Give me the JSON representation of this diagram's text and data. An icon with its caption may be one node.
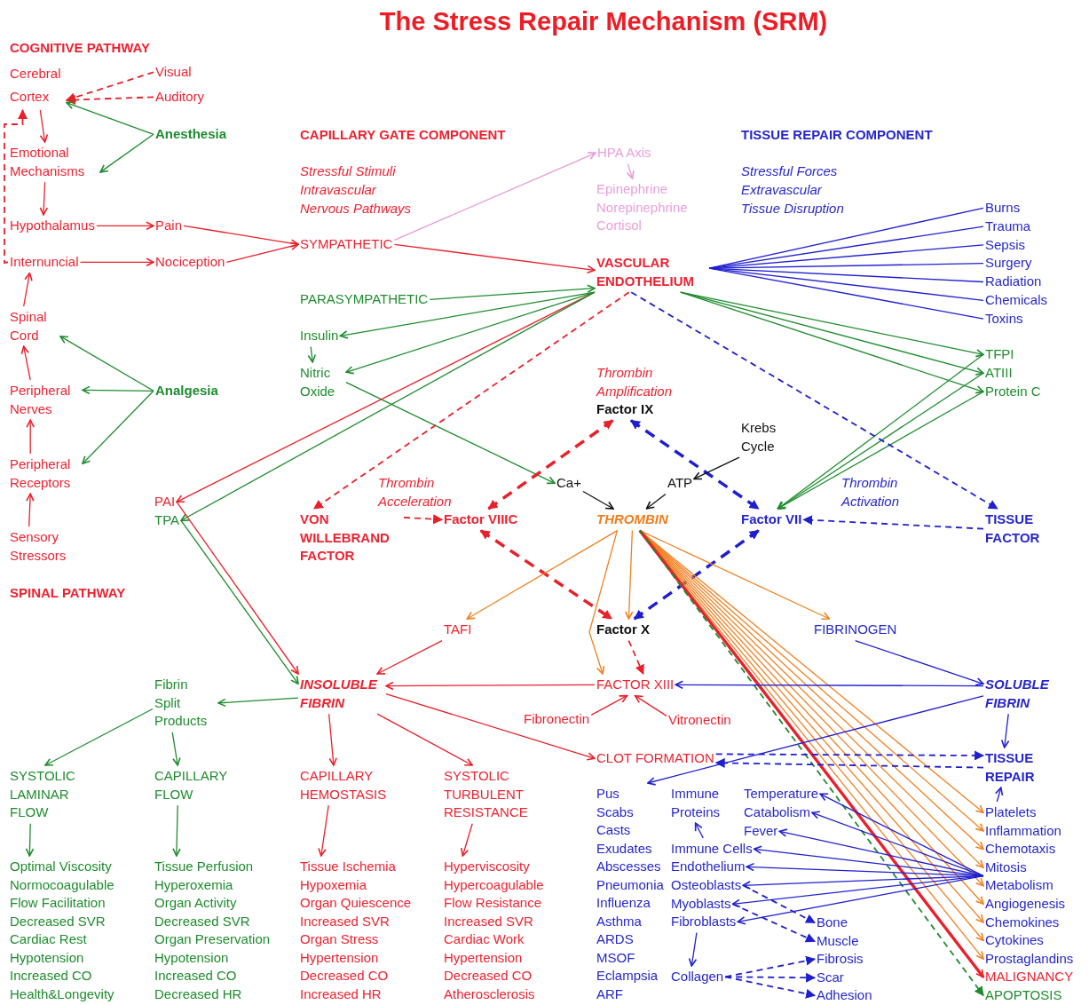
{
  "diagram": {
    "title": "The Stress Repair Mechanism (SRM)",
    "nodes": [
      {
        "text": [
          "Cerebral Cortex"
        ]
      },
      {
        "text": [
          "Visual"
        ]
      },
      {
        "text": [
          "Auditory"
        ]
      },
      {
        "text": [
          "Anesthesia"
        ]
      },
      {
        "text": [
          "Emotional Mechanisms"
        ]
      },
      {
        "text": [
          "Hypothalamus"
        ]
      },
      {
        "text": [
          "Pain"
        ]
      },
      {
        "text": [
          "Internuncial"
        ]
      },
      {
        "text": [
          "Nociception"
        ]
      },
      {
        "text": [
          "Spinal Cord"
        ]
      },
      {
        "text": [
          "Analgesia"
        ]
      },
      {
        "text": [
          "Peripheral Nerves"
        ]
      },
      {
        "text": [
          "Peripheral Receptors"
        ]
      },
      {
        "text": [
          "Sensory Stressors"
        ]
      },
      {
        "text": [
          "SYMPATHETIC"
        ]
      },
      {
        "text": [
          "HPA Axis"
        ]
      },
      {
        "text": [
          "Epinephrine",
          "Norepinephrine",
          "Cortisol"
        ]
      },
      {
        "text": [
          "PARASYMPATHETIC"
        ]
      },
      {
        "text": [
          "VASCULAR ENDOTHELIUM"
        ]
      },
      {
        "text": [
          "Burns"
        ]
      },
      {
        "text": [
          "Trauma"
        ]
      },
      {
        "text": [
          "Sepsis"
        ]
      },
      {
        "text": [
          "Surgery"
        ]
      },
      {
        "text": [
          "Radiation"
        ]
      },
      {
        "text": [
          "Chemicals"
        ]
      },
      {
        "text": [
          "Toxins"
        ]
      },
      {
        "text": [
          "Insulin"
        ]
      },
      {
        "text": [
          "Nitric Oxide"
        ]
      },
      {
        "text": [
          "TFPI"
        ]
      },
      {
        "text": [
          "ATIII"
        ]
      },
      {
        "text": [
          "Protein C"
        ]
      },
      {
        "text": [
          "Factor IX"
        ]
      },
      {
        "text": [
          "Krebs Cycle"
        ]
      },
      {
        "text": [
          "Ca+"
        ]
      },
      {
        "text": [
          "ATP"
        ]
      },
      {
        "text": [
          "VON WILLEBRAND FACTOR"
        ]
      },
      {
        "text": [
          "Factor VIIIC"
        ]
      },
      {
        "text": [
          "THROMBIN"
        ]
      },
      {
        "text": [
          "Factor VII"
        ]
      },
      {
        "text": [
          "TISSUE FACTOR"
        ]
      },
      {
        "text": [
          "PAI"
        ]
      },
      {
        "text": [
          "TPA"
        ]
      },
      {
        "text": [
          "TAFI"
        ]
      },
      {
        "text": [
          "Factor X"
        ]
      },
      {
        "text": [
          "FIBRINOGEN"
        ]
      },
      {
        "text": [
          "Fibrin Split Products"
        ]
      },
      {
        "text": [
          "INSOLUBLE FIBRIN"
        ]
      },
      {
        "text": [
          "FACTOR XIII"
        ]
      },
      {
        "text": [
          "SOLUBLE FIBRIN"
        ]
      },
      {
        "text": [
          "Fibronectin"
        ]
      },
      {
        "text": [
          "Vitronectin"
        ]
      },
      {
        "text": [
          "CLOT FORMATION"
        ]
      },
      {
        "text": [
          "TISSUE REPAIR"
        ]
      },
      {
        "text": [
          "SYSTOLIC LAMINAR FLOW"
        ]
      },
      {
        "text": [
          "CAPILLARY FLOW"
        ]
      },
      {
        "text": [
          "CAPILLARY HEMOSTASIS"
        ]
      },
      {
        "text": [
          "SYSTOLIC TURBULENT RESISTANCE"
        ]
      },
      {
        "text": [
          "Optimal Viscosity",
          "Normocoagulable",
          "Flow Facilitation",
          "Decreased SVR",
          "Cardiac Rest",
          "Hypotension",
          "Increased CO",
          "Health&Longevity"
        ]
      },
      {
        "text": [
          "Tissue Perfusion",
          "Hyperoxemia",
          "Organ Activity",
          "Decreased SVR",
          "Organ Preservation",
          "Hypotension",
          "Increased CO",
          "Decreased HR"
        ]
      },
      {
        "text": [
          "Tissue Ischemia",
          "Hypoxemia",
          "Organ Quiescence",
          "Increased SVR",
          "Organ Stress",
          "Hypertension",
          "Decreased CO",
          "Increased HR"
        ]
      },
      {
        "text": [
          "Hyperviscosity",
          "Hypercoagulable",
          "Flow Resistance",
          "Increased SVR",
          "Cardiac Work",
          "Hypertension",
          "Decreased CO",
          "Atherosclerosis"
        ]
      },
      {
        "text": [
          "Pus",
          "Scabs",
          "Casts",
          "Exudates",
          "Abscesses",
          "Pneumonia",
          "Influenza",
          "Asthma",
          "ARDS",
          "MSOF",
          "Eclampsia",
          "ARF"
        ]
      },
      {
        "text": [
          "Immune Proteins"
        ]
      },
      {
        "text": [
          "Temperature"
        ]
      },
      {
        "text": [
          "Catabolism"
        ]
      },
      {
        "text": [
          "Fever"
        ]
      },
      {
        "text": [
          "Immune Cells"
        ]
      },
      {
        "text": [
          "Endothelium"
        ]
      },
      {
        "text": [
          "Osteoblasts"
        ]
      },
      {
        "text": [
          "Myoblasts"
        ]
      },
      {
        "text": [
          "Fibroblasts"
        ]
      },
      {
        "text": [
          "Collagen"
        ]
      },
      {
        "text": [
          "Bone"
        ]
      },
      {
        "text": [
          "Muscle"
        ]
      },
      {
        "text": [
          "Fibrosis"
        ]
      },
      {
        "text": [
          "Scar"
        ]
      },
      {
        "text": [
          "Adhesion"
        ]
      },
      {
        "text": [
          "Platelets"
        ]
      },
      {
        "text": [
          "Inflammation"
        ]
      },
      {
        "text": [
          "Chemotaxis"
        ]
      },
      {
        "text": [
          "Mitosis"
        ]
      },
      {
        "text": [
          "Metabolism"
        ]
      },
      {
        "text": [
          "Angiogenesis"
        ]
      },
      {
        "text": [
          "Chemokines"
        ]
      },
      {
        "text": [
          "Cytokines"
        ]
      },
      {
        "text": [
          "Prostaglandins"
        ]
      },
      {
        "text": [
          "MALIGNANCY"
        ]
      },
      {
        "text": [
          "APOPTOSIS"
        ]
      }
    ],
    "edges": [
      {
        "from": 1,
        "to": 0,
        "arrow": "to",
        "style": "dashed",
        "color": "#e8202a"
      },
      {
        "from": 2,
        "to": 0,
        "arrow": "to",
        "style": "dashed",
        "color": "#e8202a"
      },
      {
        "from": 3,
        "to": 0,
        "arrow": "to",
        "color": "#1e8c2e"
      },
      {
        "from": 3,
        "to": 4,
        "arrow": "to",
        "color": "#1e8c2e"
      },
      {
        "from": 0,
        "to": 4,
        "arrow": "to",
        "color": "#e8202a"
      },
      {
        "from": 4,
        "to": 5,
        "arrow": "to",
        "color": "#e8202a"
      },
      {
        "from": 5,
        "to": 6,
        "arrow": "to",
        "color": "#e8202a"
      },
      {
        "from": 7,
        "to": 8,
        "arrow": "to",
        "color": "#e8202a"
      },
      {
        "from": 7,
        "to": 0,
        "arrow": "to",
        "style": "dashed",
        "color": "#e8202a"
      },
      {
        "from": 9,
        "to": 7,
        "arrow": "to",
        "color": "#e8202a"
      },
      {
        "from": 11,
        "to": 9,
        "arrow": "to",
        "color": "#e8202a"
      },
      {
        "from": 12,
        "to": 11,
        "arrow": "to",
        "color": "#e8202a"
      },
      {
        "from": 13,
        "to": 12,
        "arrow": "to",
        "color": "#e8202a"
      },
      {
        "from": 10,
        "to": 9,
        "arrow": "to",
        "color": "#1e8c2e"
      },
      {
        "from": 10,
        "to": 11,
        "arrow": "to",
        "color": "#1e8c2e"
      },
      {
        "from": 10,
        "to": 12,
        "arrow": "to",
        "color": "#1e8c2e"
      },
      {
        "from": 6,
        "to": 14,
        "arrow": "to",
        "color": "#e8202a"
      },
      {
        "from": 8,
        "to": 14,
        "arrow": "to",
        "color": "#e8202a"
      },
      {
        "from": 14,
        "to": 15,
        "arrow": "to",
        "color": "#e59ad6"
      },
      {
        "from": 15,
        "to": 16,
        "arrow": "to",
        "color": "#e59ad6"
      },
      {
        "from": 14,
        "to": 18,
        "arrow": "to",
        "color": "#e8202a"
      },
      {
        "from": 17,
        "to": 18,
        "arrow": "to",
        "color": "#1e8c2e"
      },
      {
        "from": 18,
        "to": 19,
        "arrow": "none",
        "color": "#1f1fd0"
      },
      {
        "from": 18,
        "to": 20,
        "arrow": "none",
        "color": "#1f1fd0"
      },
      {
        "from": 18,
        "to": 21,
        "arrow": "none",
        "color": "#1f1fd0"
      },
      {
        "from": 18,
        "to": 22,
        "arrow": "none",
        "color": "#1f1fd0"
      },
      {
        "from": 18,
        "to": 23,
        "arrow": "none",
        "color": "#1f1fd0"
      },
      {
        "from": 18,
        "to": 24,
        "arrow": "none",
        "color": "#1f1fd0"
      },
      {
        "from": 18,
        "to": 25,
        "arrow": "none",
        "color": "#1f1fd0"
      },
      {
        "from": 18,
        "to": 26,
        "arrow": "to",
        "color": "#1e8c2e"
      },
      {
        "from": 18,
        "to": 27,
        "arrow": "to",
        "color": "#1e8c2e"
      },
      {
        "from": 26,
        "to": 27,
        "arrow": "to",
        "color": "#1e8c2e"
      },
      {
        "from": 27,
        "to": 33,
        "arrow": "to",
        "color": "#1e8c2e"
      },
      {
        "from": 18,
        "to": 40,
        "arrow": "to",
        "color": "#e8202a"
      },
      {
        "from": 18,
        "to": 41,
        "arrow": "to",
        "color": "#1e8c2e"
      },
      {
        "from": 18,
        "to": 28,
        "arrow": "to",
        "color": "#1e8c2e"
      },
      {
        "from": 18,
        "to": 29,
        "arrow": "to",
        "color": "#1e8c2e"
      },
      {
        "from": 18,
        "to": 30,
        "arrow": "to",
        "color": "#1e8c2e"
      },
      {
        "from": 28,
        "to": 38,
        "arrow": "to",
        "color": "#1e8c2e"
      },
      {
        "from": 29,
        "to": 38,
        "arrow": "to",
        "color": "#1e8c2e"
      },
      {
        "from": 30,
        "to": 38,
        "arrow": "to",
        "color": "#1e8c2e"
      },
      {
        "from": 18,
        "to": 35,
        "arrow": "to",
        "style": "dashed",
        "color": "#e8202a"
      },
      {
        "from": 18,
        "to": 39,
        "arrow": "to",
        "style": "dashed",
        "color": "#1f1fd0"
      },
      {
        "from": 35,
        "to": 36,
        "arrow": "to",
        "style": "dashed",
        "color": "#e8202a"
      },
      {
        "from": 39,
        "to": 38,
        "arrow": "to",
        "style": "dashed",
        "color": "#1f1fd0"
      },
      {
        "from": 36,
        "to": 31,
        "arrow": "both",
        "style": "dashed",
        "color": "#e8202a"
      },
      {
        "from": 36,
        "to": 43,
        "arrow": "both",
        "style": "dashed",
        "color": "#e8202a"
      },
      {
        "from": 31,
        "to": 38,
        "arrow": "both",
        "style": "dashed",
        "color": "#1f1fd0"
      },
      {
        "from": 38,
        "to": 43,
        "arrow": "both",
        "style": "dashed",
        "color": "#1f1fd0"
      },
      {
        "from": 32,
        "to": 34,
        "arrow": "to",
        "color": "#111111"
      },
      {
        "from": 33,
        "to": 37,
        "arrow": "to",
        "color": "#111111"
      },
      {
        "from": 34,
        "to": 37,
        "arrow": "to",
        "color": "#111111"
      },
      {
        "from": 37,
        "to": 42,
        "arrow": "to",
        "color": "#f08020"
      },
      {
        "from": 37,
        "to": 43,
        "arrow": "to",
        "color": "#f08020"
      },
      {
        "from": 37,
        "to": 47,
        "arrow": "to",
        "color": "#f08020"
      },
      {
        "from": 37,
        "to": 44,
        "arrow": "to",
        "color": "#f08020"
      },
      {
        "from": 37,
        "to": 77,
        "arrow": "to",
        "color": "#f08020"
      },
      {
        "from": 37,
        "to": 78,
        "arrow": "to",
        "color": "#f08020"
      },
      {
        "from": 37,
        "to": 79,
        "arrow": "to",
        "color": "#f08020"
      },
      {
        "from": 37,
        "to": 80,
        "arrow": "to",
        "color": "#f08020"
      },
      {
        "from": 37,
        "to": 81,
        "arrow": "to",
        "color": "#f08020"
      },
      {
        "from": 37,
        "to": 82,
        "arrow": "to",
        "color": "#f08020"
      },
      {
        "from": 37,
        "to": 83,
        "arrow": "to",
        "color": "#f08020"
      },
      {
        "from": 37,
        "to": 84,
        "arrow": "to",
        "color": "#f08020"
      },
      {
        "from": 37,
        "to": 85,
        "arrow": "to",
        "color": "#f08020"
      },
      {
        "from": 37,
        "to": 86,
        "arrow": "to",
        "style": "thick",
        "color": "#e8202a"
      },
      {
        "from": 37,
        "to": 87,
        "arrow": "to",
        "style": "dashed",
        "color": "#1e8c2e"
      },
      {
        "from": 42,
        "to": 46,
        "arrow": "to",
        "color": "#e8202a"
      },
      {
        "from": 43,
        "to": 47,
        "arrow": "to",
        "style": "dashed",
        "color": "#e8202a"
      },
      {
        "from": 47,
        "to": 46,
        "arrow": "to",
        "color": "#e8202a"
      },
      {
        "from": 49,
        "to": 47,
        "arrow": "to",
        "color": "#e8202a"
      },
      {
        "from": 50,
        "to": 47,
        "arrow": "to",
        "color": "#e8202a"
      },
      {
        "from": 44,
        "to": 48,
        "arrow": "to",
        "color": "#1f1fd0"
      },
      {
        "from": 48,
        "to": 47,
        "arrow": "to",
        "color": "#1f1fd0"
      },
      {
        "from": 48,
        "to": 61,
        "arrow": "to",
        "color": "#1f1fd0"
      },
      {
        "from": 48,
        "to": 52,
        "arrow": "to",
        "color": "#1f1fd0"
      },
      {
        "from": 77,
        "to": 52,
        "arrow": "to",
        "color": "#1f1fd0"
      },
      {
        "from": 51,
        "to": 52,
        "arrow": "to",
        "style": "dashed",
        "color": "#1f1fd0"
      },
      {
        "from": 52,
        "to": 51,
        "arrow": "to",
        "style": "dashed",
        "color": "#1f1fd0"
      },
      {
        "from": 40,
        "to": 46,
        "arrow": "to",
        "color": "#e8202a"
      },
      {
        "from": 41,
        "to": 46,
        "arrow": "to",
        "color": "#1e8c2e"
      },
      {
        "from": 46,
        "to": 45,
        "arrow": "to",
        "color": "#1e8c2e"
      },
      {
        "from": 46,
        "to": 51,
        "arrow": "to",
        "color": "#e8202a"
      },
      {
        "from": 46,
        "to": 56,
        "arrow": "to",
        "color": "#e8202a"
      },
      {
        "from": 46,
        "to": 55,
        "arrow": "to",
        "color": "#e8202a"
      },
      {
        "from": 45,
        "to": 53,
        "arrow": "to",
        "color": "#1e8c2e"
      },
      {
        "from": 45,
        "to": 54,
        "arrow": "to",
        "color": "#1e8c2e"
      },
      {
        "from": 53,
        "to": 57,
        "arrow": "to",
        "color": "#1e8c2e"
      },
      {
        "from": 54,
        "to": 58,
        "arrow": "to",
        "color": "#1e8c2e"
      },
      {
        "from": 55,
        "to": 59,
        "arrow": "to",
        "color": "#e8202a"
      },
      {
        "from": 56,
        "to": 60,
        "arrow": "to",
        "color": "#e8202a"
      },
      {
        "from": 81,
        "to": 63,
        "arrow": "to",
        "color": "#1f1fd0"
      },
      {
        "from": 81,
        "to": 64,
        "arrow": "to",
        "color": "#1f1fd0"
      },
      {
        "from": 81,
        "to": 65,
        "arrow": "to",
        "color": "#1f1fd0"
      },
      {
        "from": 81,
        "to": 66,
        "arrow": "to",
        "color": "#1f1fd0"
      },
      {
        "from": 81,
        "to": 67,
        "arrow": "to",
        "color": "#1f1fd0"
      },
      {
        "from": 81,
        "to": 68,
        "arrow": "to",
        "color": "#1f1fd0"
      },
      {
        "from": 81,
        "to": 69,
        "arrow": "to",
        "color": "#1f1fd0"
      },
      {
        "from": 81,
        "to": 70,
        "arrow": "to",
        "color": "#1f1fd0"
      },
      {
        "from": 66,
        "to": 62,
        "arrow": "to",
        "color": "#1f1fd0"
      },
      {
        "from": 70,
        "to": 71,
        "arrow": "to",
        "color": "#1f1fd0"
      },
      {
        "from": 68,
        "to": 72,
        "arrow": "to",
        "style": "dashed",
        "color": "#1f1fd0"
      },
      {
        "from": 69,
        "to": 73,
        "arrow": "to",
        "style": "dashed",
        "color": "#1f1fd0"
      },
      {
        "from": 71,
        "to": 74,
        "arrow": "to",
        "style": "dashed",
        "color": "#1f1fd0"
      },
      {
        "from": 71,
        "to": 75,
        "arrow": "to",
        "style": "dashed",
        "color": "#1f1fd0"
      },
      {
        "from": 71,
        "to": 76,
        "arrow": "to",
        "style": "dashed",
        "color": "#1f1fd0"
      }
    ],
    "labels": [
      "COGNITIVE PATHWAY",
      "SPINAL PATHWAY",
      "CAPILLARY GATE COMPONENT",
      "Stressful Stimuli",
      "Intravascular",
      "Nervous Pathways",
      "TISSUE REPAIR COMPONENT",
      "Stressful Forces",
      "Extravascular",
      "Tissue Disruption",
      "Thrombin Amplification",
      "Thrombin Acceleration",
      "Thrombin Activation"
    ]
  }
}
